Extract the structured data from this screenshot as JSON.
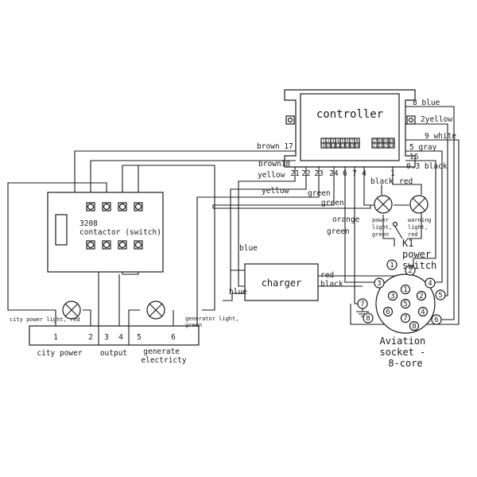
{
  "controller": {
    "title": "controller",
    "terminals_left": [
      "1",
      "2",
      "3",
      "4",
      "5",
      "6",
      "7",
      "8",
      "9",
      "10",
      "11",
      "12",
      "13",
      "14",
      "15",
      "16"
    ],
    "terminals_right": [
      "17",
      "18",
      "19",
      "20",
      "21",
      "22",
      "23",
      "24"
    ],
    "pins": [
      "21",
      "22",
      "23",
      "24",
      "6",
      "7",
      "4",
      "1"
    ]
  },
  "wires": {
    "w8": "8 blue",
    "w2": "2yellow",
    "w9": "9 white",
    "w5": "5 gray",
    "w16a": "16",
    "w16b": "0.3 black",
    "brown17": "brown 17",
    "brown18": "brown18",
    "yellow1": "yellow",
    "yellow2": "yellow",
    "green1": "green",
    "green2": "green",
    "blue_left": "blue",
    "blue_low": "blue",
    "orange": "orange",
    "green3": "green",
    "black_top": "black",
    "red_top": "red",
    "red_chg": "red",
    "black_chg": "black"
  },
  "contactor": {
    "code": "3208",
    "label": "contactor (switch)"
  },
  "charger": {
    "label": "charger"
  },
  "lamps": {
    "power": "power\nlight,\ngreen",
    "warning": "warning\nlight,\nred",
    "city": "city power light, red",
    "generator": "generator light,\ngreen"
  },
  "k1": {
    "title": "K1",
    "label": "power\nswitch"
  },
  "terminal_strip": {
    "numbers": [
      "1",
      "2",
      "3",
      "4",
      "5",
      "6"
    ],
    "groups": [
      "city power",
      "output",
      "generate\nelectricty"
    ]
  },
  "socket": {
    "label": "Aviation\nsocket -\n8-core",
    "pins": [
      "1",
      "2",
      "3",
      "4",
      "5",
      "6",
      "7",
      "8"
    ]
  }
}
